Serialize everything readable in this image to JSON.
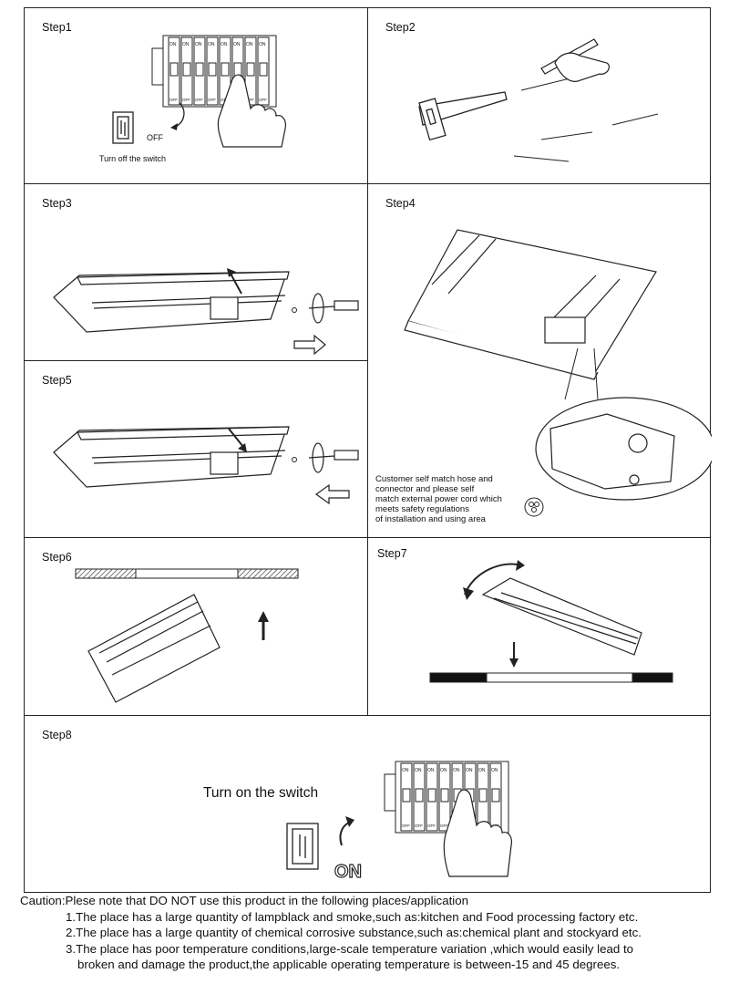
{
  "steps": {
    "s1": {
      "title": "Step1",
      "caption": "Turn off the switch",
      "off_label": "OFF",
      "breaker_on": "ON",
      "breaker_off": "OFF"
    },
    "s2": {
      "title": "Step2"
    },
    "s3": {
      "title": "Step3"
    },
    "s4": {
      "title": "Step4",
      "note_lines": [
        "Customer self match hose and",
        "connector and please self",
        "match external power cord which",
        "meets safety regulations",
        "of installation and using area"
      ]
    },
    "s5": {
      "title": "Step5"
    },
    "s6": {
      "title": "Step6"
    },
    "s7": {
      "title": "Step7"
    },
    "s8": {
      "title": "Step8",
      "caption": "Turn on the switch",
      "on_label": "ON",
      "breaker_on": "ON",
      "breaker_off": "OFF"
    }
  },
  "caution": {
    "label": "Caution:",
    "intro": "Plese note that DO NOT use this product in the following places/application",
    "items": [
      {
        "line1": "1.The place has a large quantity of lampblack and smoke,such as:kitchen and Food processing factory etc."
      },
      {
        "line1": "2.The place has a large quantity of chemical corrosive substance,such as:chemical plant and stockyard etc."
      },
      {
        "line1": "3.The place has poor temperature conditions,large-scale temperature variation ,which would easily lead to",
        "line2": "broken and damage the product,the applicable operating temperature is between-15 and 45 degrees."
      }
    ]
  }
}
